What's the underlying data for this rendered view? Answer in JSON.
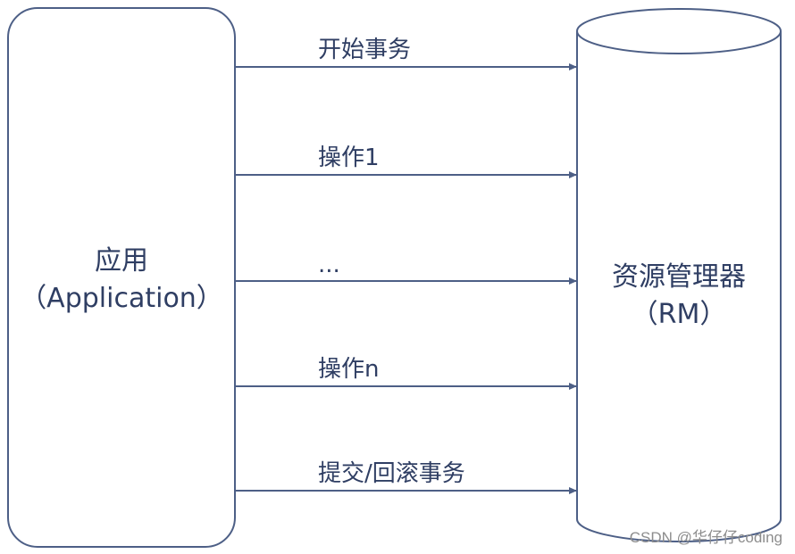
{
  "application": {
    "name": "应用",
    "subtitle": "（Application）"
  },
  "resource_manager": {
    "name": "资源管理器",
    "subtitle": "（RM）"
  },
  "operations": [
    "开始事务",
    "操作1",
    "...",
    "操作n",
    "提交/回滚事务"
  ],
  "watermark": "CSDN @华仔仔coding",
  "colors": {
    "line": "#4d5f86",
    "text": "#2f3e63"
  }
}
